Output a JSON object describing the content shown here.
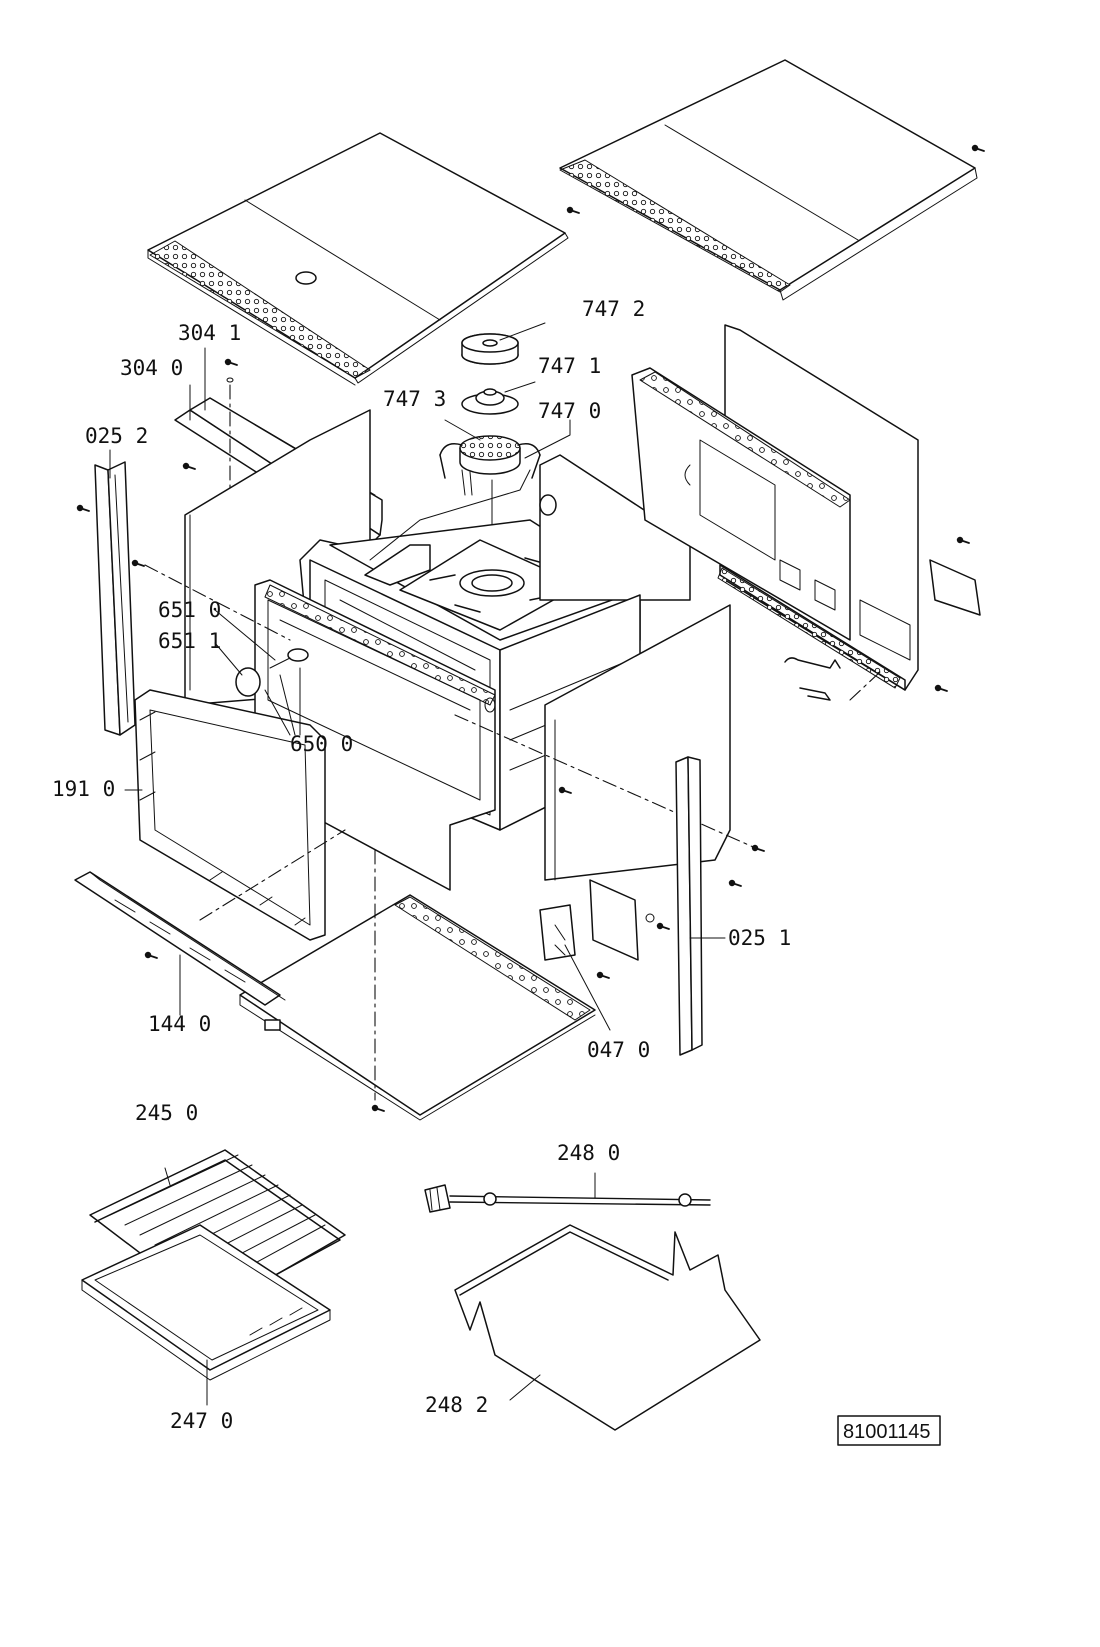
{
  "labels": {
    "l_747_2": "747 2",
    "l_747_1": "747 1",
    "l_747_3": "747 3",
    "l_747_0": "747 0",
    "l_304_1": "304 1",
    "l_304_0": "304 0",
    "l_025_2": "025 2",
    "l_651_0": "651 0",
    "l_651_1": "651 1",
    "l_650_0": "650 0",
    "l_191_0": "191 0",
    "l_144_0": "144 0",
    "l_025_1": "025 1",
    "l_047_0": "047 0",
    "l_245_0": "245 0",
    "l_248_0": "248 0",
    "l_247_0": "247 0",
    "l_248_2": "248 2"
  },
  "drawing_number": "81001145",
  "icons": [
    "screw-icon",
    "burner-cap-icon",
    "spit-handle-icon"
  ]
}
